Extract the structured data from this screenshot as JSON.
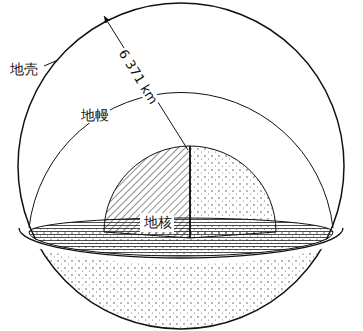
{
  "diagram": {
    "labels": [
      "地壳",
      "地幔",
      "地核",
      "6 371 km"
    ]
  }
}
